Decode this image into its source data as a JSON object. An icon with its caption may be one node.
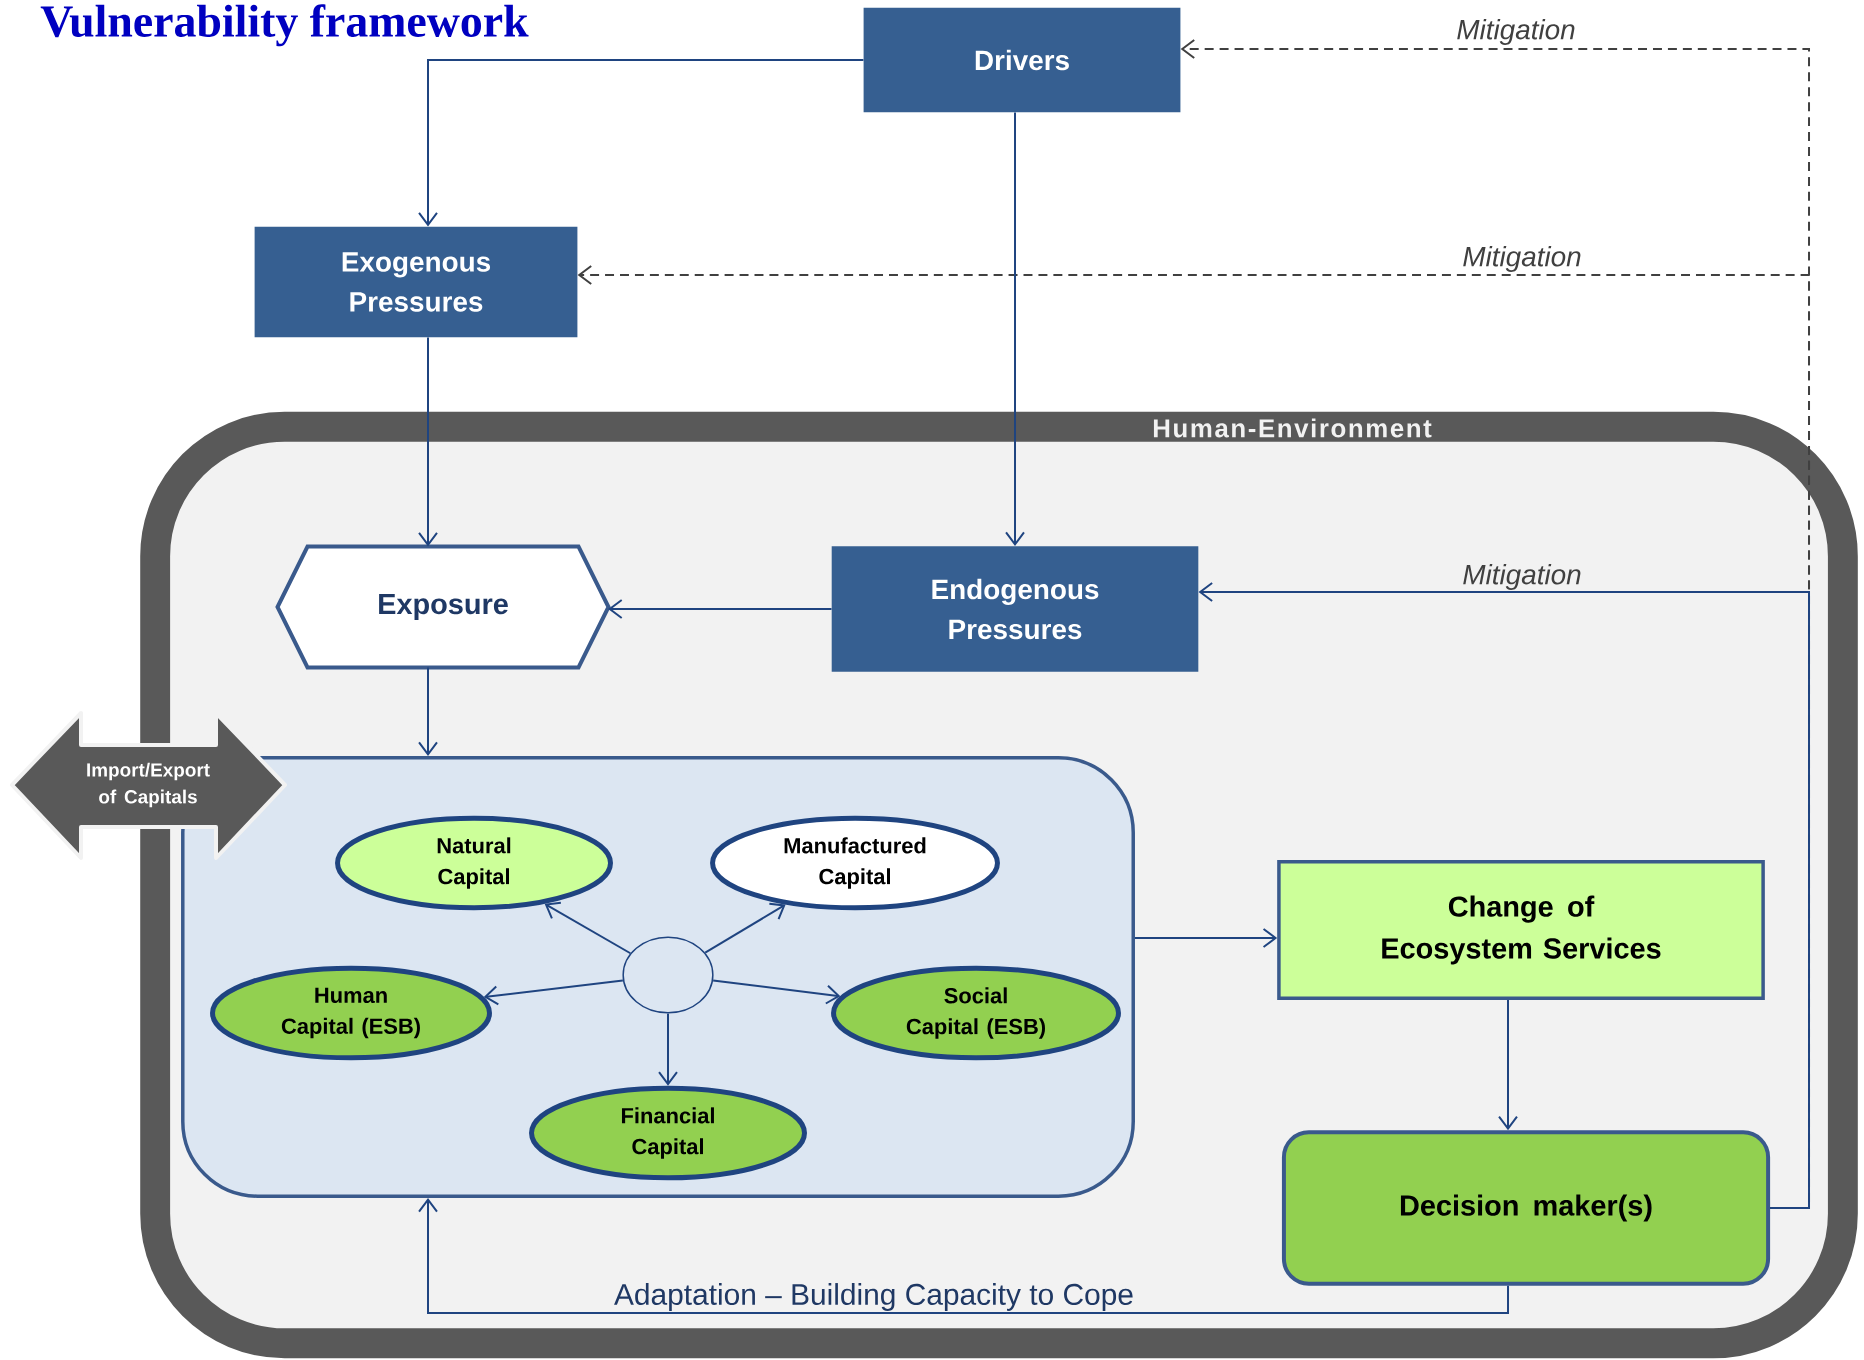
{
  "diagram": {
    "title": "Vulnerability framework",
    "nodes": [
      {
        "text": [
          "Drivers"
        ]
      },
      {
        "text": [
          "Exogenous Pressures"
        ]
      },
      {
        "text": [
          "Human-Environment"
        ]
      },
      {
        "text": [
          "Exposure"
        ],
        "in": 2
      },
      {
        "text": [
          "Endogenous Pressures"
        ],
        "in": 2
      },
      {
        "text": [
          "Import/Export of Capitals"
        ]
      },
      {
        "text": [],
        "shape": "box",
        "in": 2
      },
      {
        "text": [
          "Natural Capital"
        ],
        "in": 6
      },
      {
        "text": [
          "Manufactured Capital"
        ],
        "in": 6
      },
      {
        "text": [],
        "shape": "circle",
        "in": 6
      },
      {
        "text": [
          "Human Capital (ESB)"
        ],
        "in": 6
      },
      {
        "text": [
          "Social Capital (ESB)"
        ],
        "in": 6
      },
      {
        "text": [
          "Financial Capital"
        ],
        "in": 6
      },
      {
        "text": [
          "Change of Ecosystem Services"
        ],
        "in": 2
      },
      {
        "text": [
          "Decision maker(s)"
        ],
        "in": 2
      }
    ],
    "edges": [
      {
        "from": 0,
        "to": 1,
        "arrow": "to"
      },
      {
        "from": 0,
        "to": 4,
        "arrow": "to"
      },
      {
        "from": 1,
        "to": 3,
        "arrow": "to"
      },
      {
        "from": 4,
        "to": 3,
        "arrow": "to"
      },
      {
        "from": 3,
        "to": 6,
        "arrow": "to"
      },
      {
        "from": 9,
        "to": 7,
        "arrow": "to"
      },
      {
        "from": 9,
        "to": 8,
        "arrow": "to"
      },
      {
        "from": 9,
        "to": 10,
        "arrow": "to"
      },
      {
        "from": 9,
        "to": 11,
        "arrow": "to"
      },
      {
        "from": 9,
        "to": 12,
        "arrow": "to"
      },
      {
        "from": 6,
        "to": 13,
        "arrow": "to"
      },
      {
        "from": 13,
        "to": 14,
        "arrow": "to"
      },
      {
        "from": 14,
        "to": 6,
        "arrow": "to",
        "label": "Adaptation – Building Capacity to Cope"
      },
      {
        "from": 14,
        "to": 4,
        "arrow": "to",
        "label": "Mitigation"
      },
      {
        "from": 14,
        "to": 1,
        "arrow": "to",
        "label": "Mitigation",
        "style": "dashed",
        "color": "#404040"
      },
      {
        "from": 14,
        "to": 0,
        "arrow": "to",
        "label": "Mitigation",
        "style": "dashed",
        "color": "#404040"
      }
    ]
  }
}
